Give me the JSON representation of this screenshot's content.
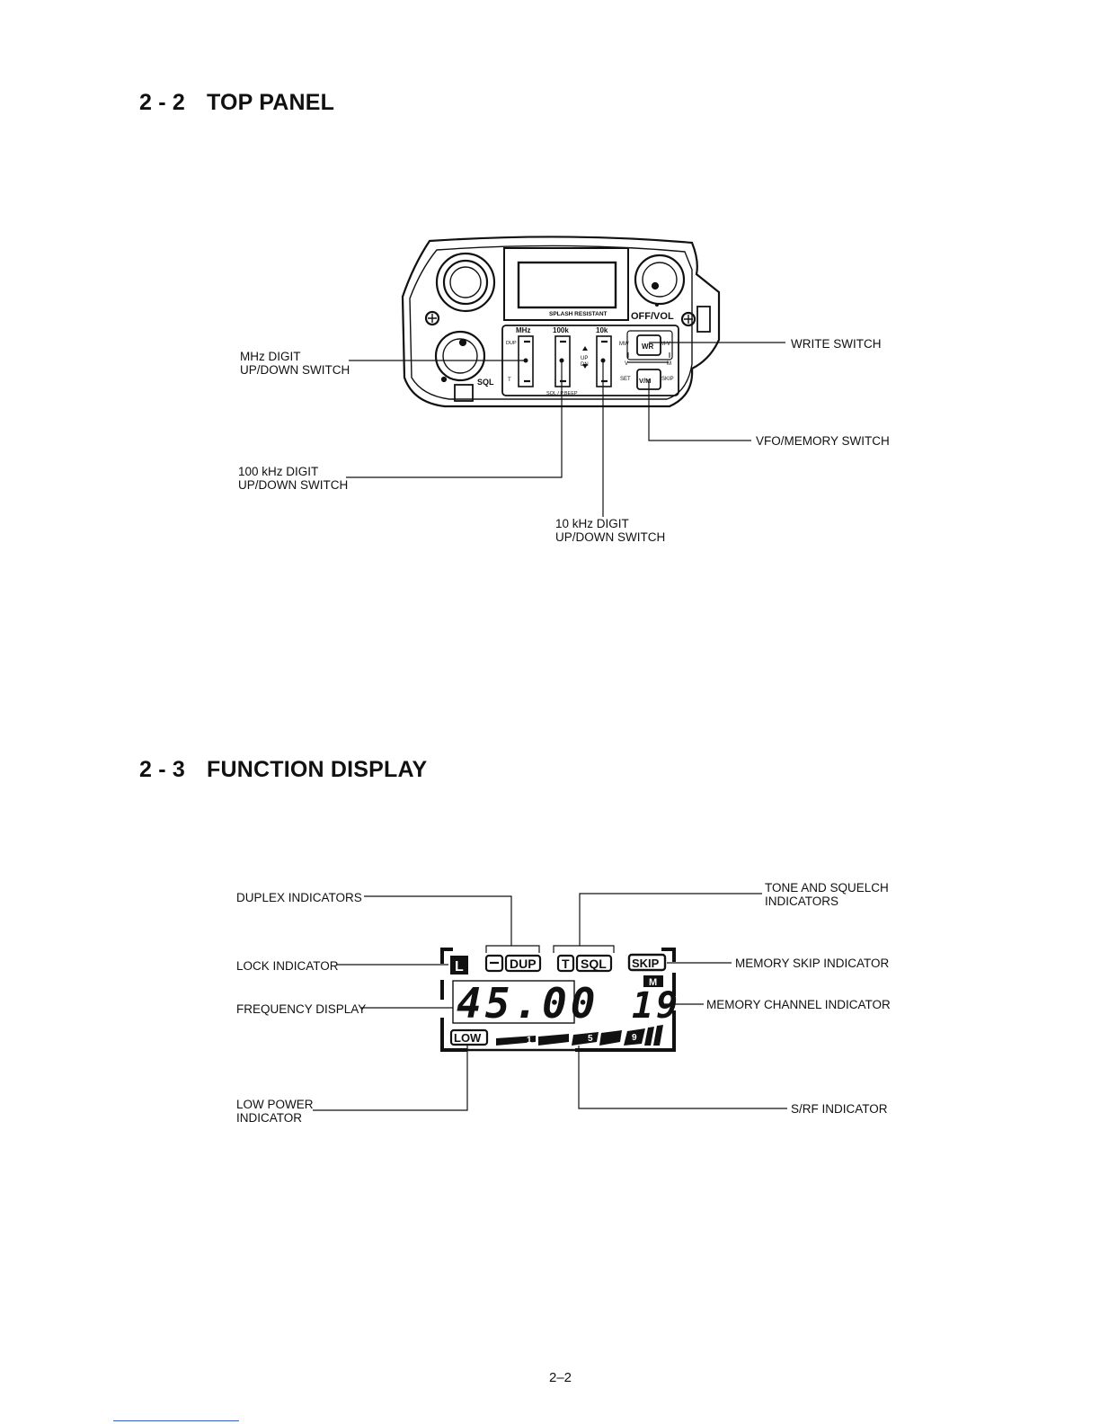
{
  "section_top": {
    "number": "2 - 2",
    "title": "TOP PANEL"
  },
  "section_display": {
    "number": "2 - 3",
    "title": "FUNCTION DISPLAY"
  },
  "top_panel": {
    "labels": {
      "mhz_switch": [
        "MHz DIGIT",
        "UP/DOWN SWITCH"
      ],
      "khz100_switch": [
        "100 kHz DIGIT",
        "UP/DOWN SWITCH"
      ],
      "khz10_switch": [
        "10 kHz DIGIT",
        "UP/DOWN SWITCH"
      ],
      "write_switch": "WRITE SWITCH",
      "vfo_memory_switch": "VFO/MEMORY SWITCH"
    },
    "device_text": {
      "splash": "SPLASH RESISTANT",
      "off_vol": "OFF/VOL",
      "mhz": "MHz",
      "k100": "100k",
      "k10": "10k",
      "dup": "DUP",
      "up": "UP",
      "dn": "DN",
      "mw": "MW",
      "wr": "WR",
      "mv": "M-V",
      "v": "V",
      "m": "M",
      "set": "SET",
      "vm": "V/M",
      "skip": "SKIP",
      "sql": "SQL",
      "sql_beep": "SQL / P.BEEP",
      "t": "T"
    }
  },
  "function_display": {
    "labels": {
      "duplex": "DUPLEX INDICATORS",
      "tone_squelch": [
        "TONE AND SQUELCH",
        "INDICATORS"
      ],
      "lock": "LOCK INDICATOR",
      "memory_skip": "MEMORY SKIP INDICATOR",
      "frequency": "FREQUENCY DISPLAY",
      "memory_channel": "MEMORY CHANNEL INDICATOR",
      "low_power": [
        "LOW POWER",
        "INDICATOR"
      ],
      "srf": "S/RF INDICATOR"
    },
    "lcd": {
      "lock": "L",
      "minus": "−",
      "dup": "DUP",
      "t": "T",
      "sql": "SQL",
      "skip": "SKIP",
      "m": "M",
      "frequency": "45.00",
      "channel": "19",
      "low": "LOW",
      "s1": "1",
      "s5": "5",
      "s9": "9"
    }
  },
  "page_number": "2–2"
}
